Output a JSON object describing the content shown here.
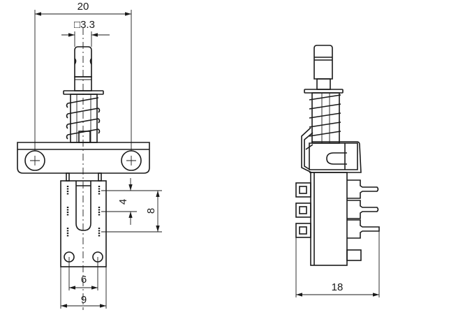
{
  "drawing": {
    "front_view": {
      "dim_overall_width": "20",
      "dim_stem_square": "□3.3",
      "dim_pin_pitch": "4",
      "dim_pin_span": "8",
      "dim_hole_spacing": "6",
      "dim_body_width": "9"
    },
    "side_view": {
      "dim_depth": "18"
    },
    "line_color": "#1a1a1a"
  }
}
